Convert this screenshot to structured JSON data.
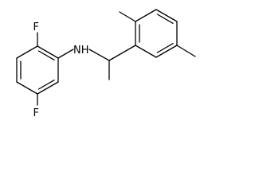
{
  "molecule": {
    "atoms": {
      "f_top": "F",
      "nh": "NH",
      "f_bottom": "F"
    }
  }
}
